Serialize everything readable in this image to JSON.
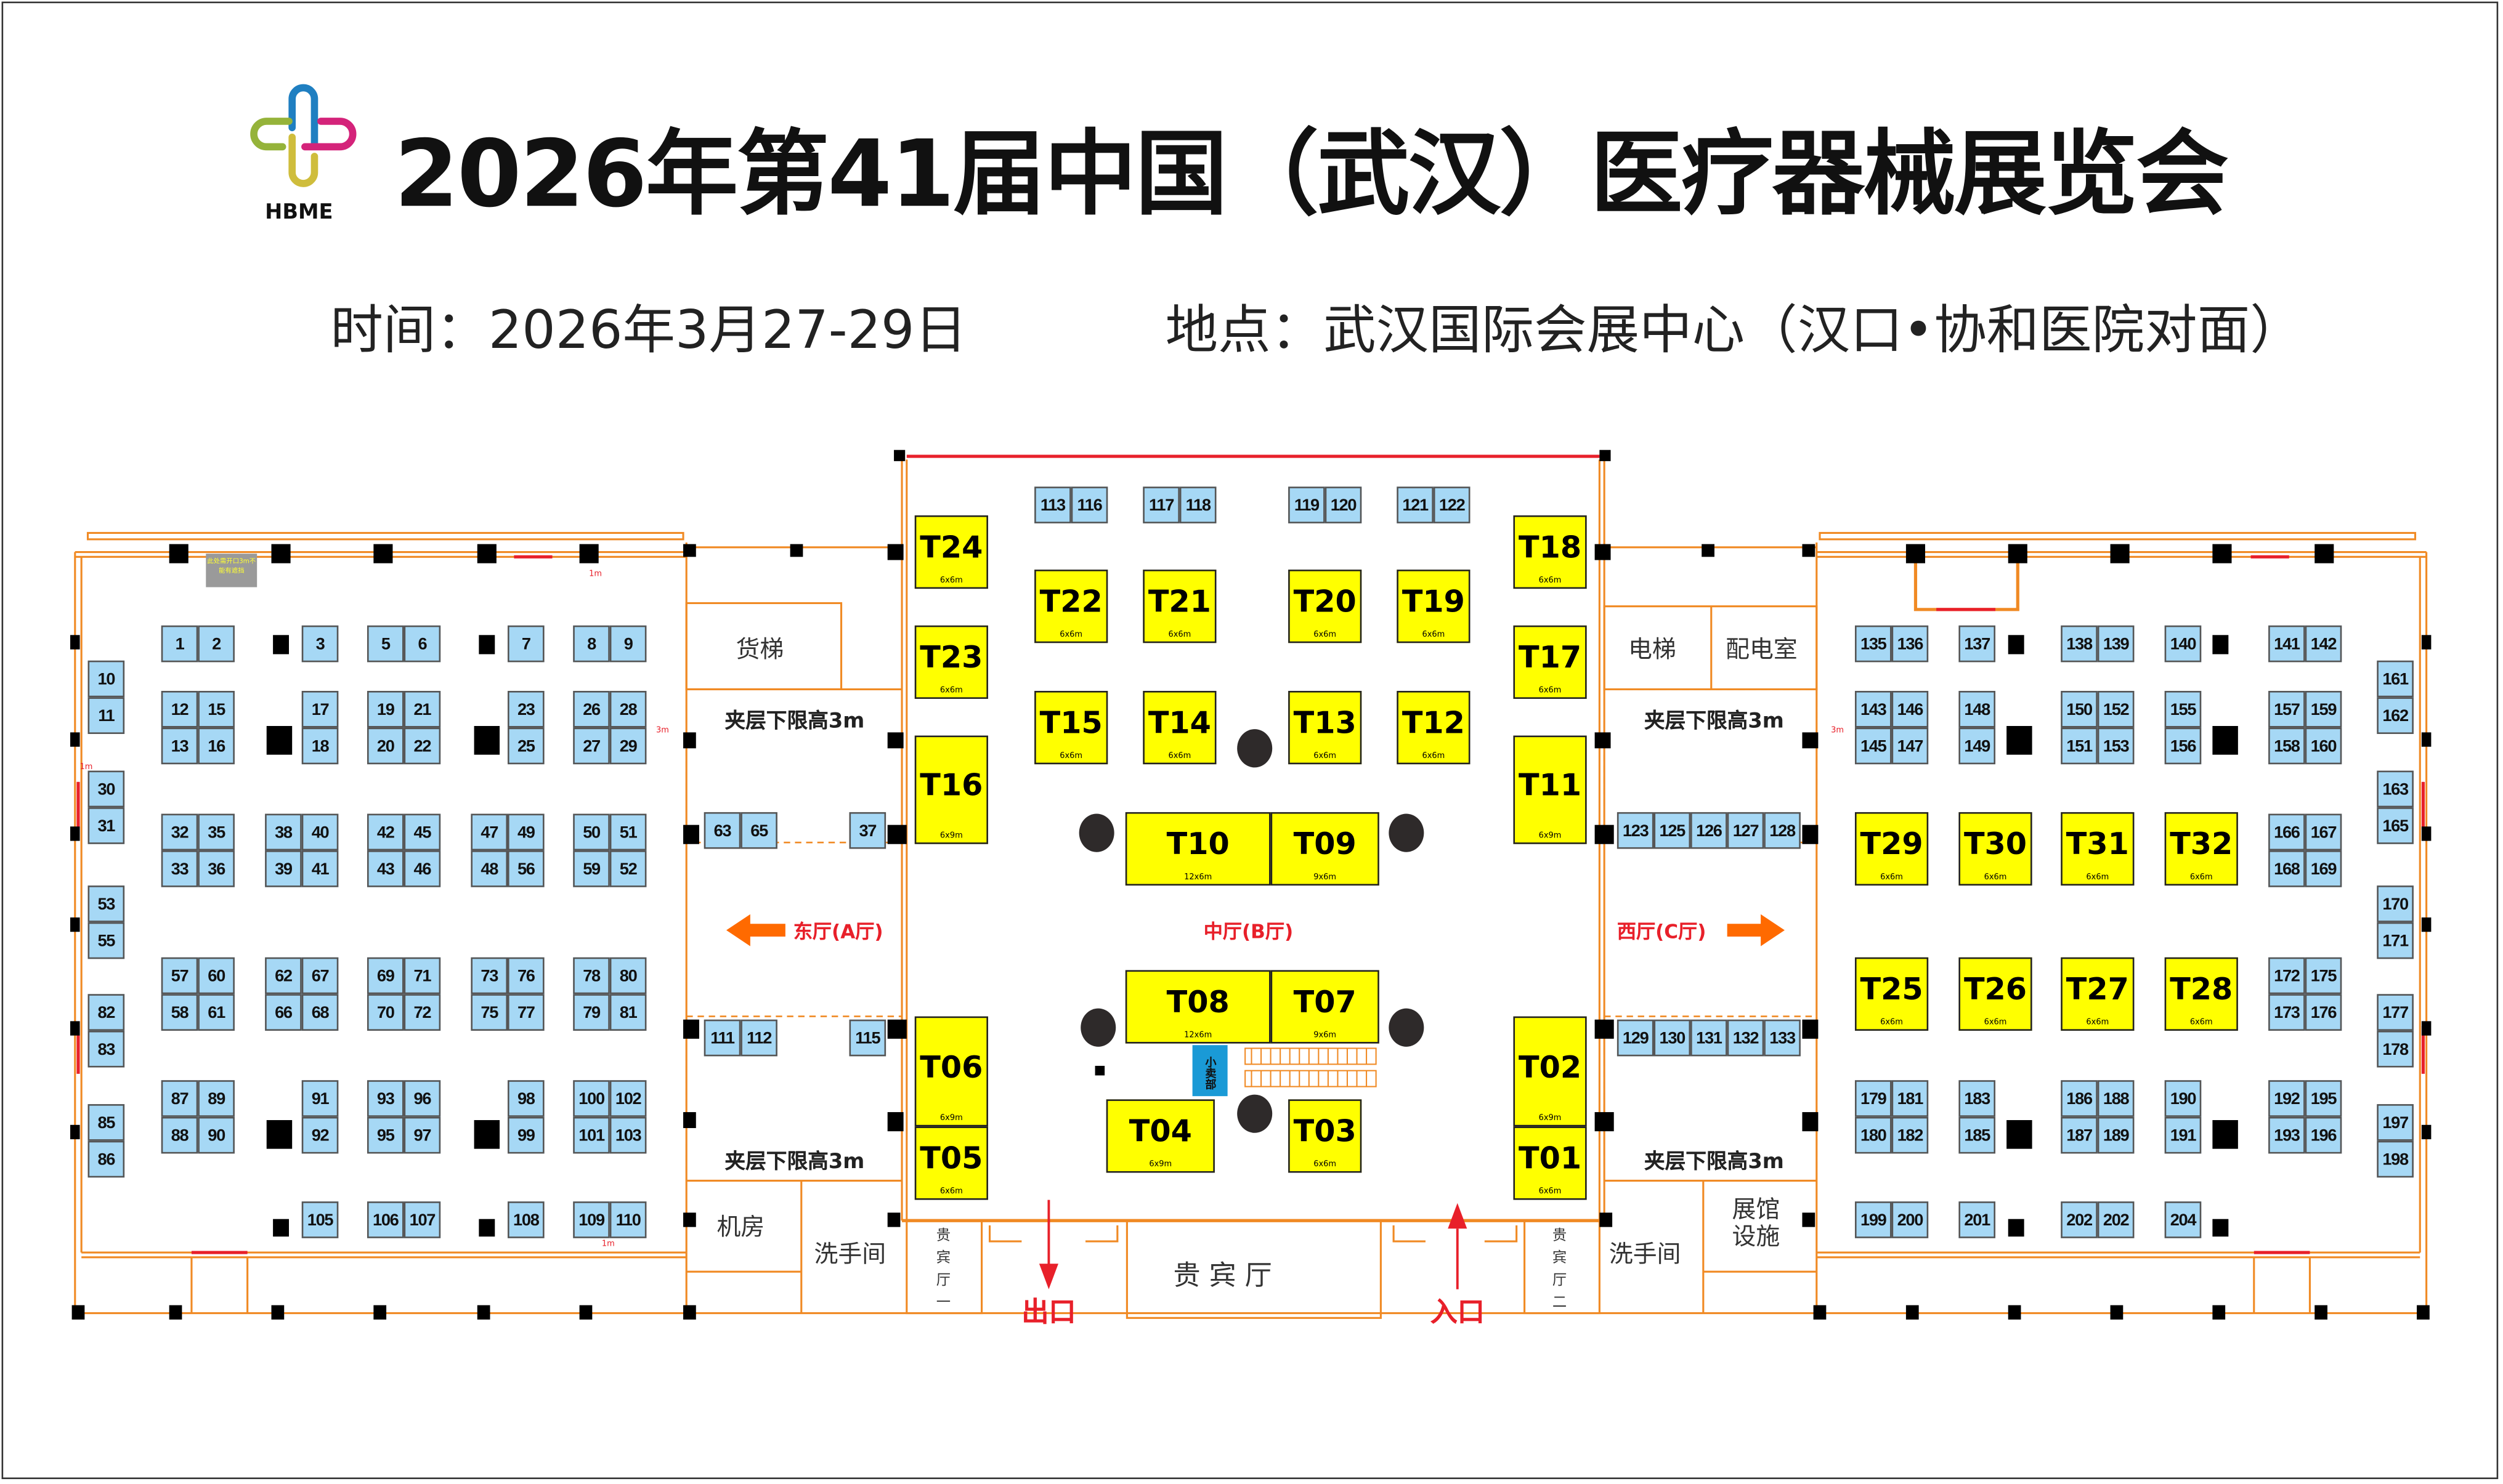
{
  "header": {
    "logo_text": "HBME",
    "title": "2026年第41届中国（武汉）医疗器械展览会",
    "time": "时间：2026年3月27-29日",
    "location": "地点：武汉国际会展中心（汉口•协和医院对面）"
  },
  "colors": {
    "booth": "#a6d8f5",
    "special_booth": "#ffff00",
    "wall": "#f08a24",
    "accent_red": "#e8202a",
    "kiosk": "#1a9ad6"
  },
  "notice": "此处需开口3m不能有遮挡",
  "labels": {
    "freight_elevator": "货梯",
    "elevator": "电梯",
    "power_room": "配电室",
    "mezzanine": "夹层下限高3m",
    "machine_room": "机房",
    "restroom": "洗手间",
    "vip_room_1": "贵宾厅一",
    "vip_room_main": "贵 宾 厅",
    "vip_room_2": "贵宾厅二",
    "facilities": "展馆设施",
    "exit": "出口",
    "entrance": "入口",
    "kiosk": "小卖部",
    "east_hall": "东厅(A厅)",
    "middle_hall": "中厅(B厅)",
    "west_hall": "西厅(C厅)",
    "dist_1m": "1m",
    "dist_3m": "3m"
  },
  "hall_a": {
    "rows": [
      [
        "1",
        "2",
        "3",
        "5",
        "6",
        "7",
        "8",
        "9"
      ],
      [
        "12",
        "15",
        "17",
        "19",
        "21",
        "23",
        "26",
        "28"
      ],
      [
        "13",
        "16",
        "18",
        "20",
        "22",
        "25",
        "27",
        "29"
      ],
      [
        "32",
        "35",
        "38",
        "40",
        "42",
        "45",
        "47",
        "49",
        "50",
        "51"
      ],
      [
        "33",
        "36",
        "39",
        "41",
        "43",
        "46",
        "48",
        "56",
        "59",
        "52"
      ],
      [
        "57",
        "60",
        "62",
        "67",
        "69",
        "71",
        "73",
        "76",
        "78",
        "80"
      ],
      [
        "58",
        "61",
        "66",
        "68",
        "70",
        "72",
        "75",
        "77",
        "79",
        "81"
      ],
      [
        "87",
        "89",
        "91",
        "93",
        "96",
        "98",
        "100",
        "102"
      ],
      [
        "88",
        "90",
        "92",
        "95",
        "97",
        "99",
        "101",
        "103"
      ],
      [
        "105",
        "106",
        "107",
        "108",
        "109",
        "110"
      ]
    ],
    "side_column": [
      "10",
      "11",
      "30",
      "31",
      "53",
      "55",
      "82",
      "83",
      "85",
      "86"
    ]
  },
  "hall_b": {
    "rows": [
      [
        "113",
        "116",
        "117",
        "118",
        "119",
        "120",
        "121",
        "122"
      ],
      [
        "63",
        "65",
        "37"
      ],
      [
        "111",
        "112",
        "115"
      ],
      [
        "123",
        "125",
        "126",
        "127",
        "128"
      ],
      [
        "129",
        "130",
        "131",
        "132",
        "133"
      ]
    ]
  },
  "hall_c": {
    "rows": [
      [
        "135",
        "136",
        "137",
        "138",
        "139",
        "140",
        "141",
        "142"
      ],
      [
        "143",
        "146",
        "148",
        "150",
        "152",
        "155",
        "157",
        "159"
      ],
      [
        "145",
        "147",
        "149",
        "151",
        "153",
        "156",
        "158",
        "160"
      ],
      [
        "166",
        "167"
      ],
      [
        "168",
        "169"
      ],
      [
        "172",
        "175"
      ],
      [
        "173",
        "176"
      ],
      [
        "179",
        "181",
        "183",
        "186",
        "188",
        "190",
        "192",
        "195"
      ],
      [
        "180",
        "182",
        "185",
        "187",
        "189",
        "191",
        "193",
        "196"
      ],
      [
        "199",
        "200",
        "201",
        "202",
        "202",
        "204"
      ]
    ],
    "side_column": [
      "161",
      "162",
      "163",
      "165",
      "170",
      "171",
      "177",
      "178",
      "197",
      "198"
    ]
  },
  "special_booths": [
    {
      "id": "T01",
      "size": "6x6m"
    },
    {
      "id": "T02",
      "size": "6x9m"
    },
    {
      "id": "T03",
      "size": "6x6m"
    },
    {
      "id": "T04",
      "size": "6x9m"
    },
    {
      "id": "T05",
      "size": "6x6m"
    },
    {
      "id": "T06",
      "size": "6x9m"
    },
    {
      "id": "T07",
      "size": "9x6m"
    },
    {
      "id": "T08",
      "size": "12x6m"
    },
    {
      "id": "T09",
      "size": "9x6m"
    },
    {
      "id": "T10",
      "size": "12x6m"
    },
    {
      "id": "T11",
      "size": "6x9m"
    },
    {
      "id": "T12",
      "size": "6x6m"
    },
    {
      "id": "T13",
      "size": "6x6m"
    },
    {
      "id": "T14",
      "size": "6x6m"
    },
    {
      "id": "T15",
      "size": "6x6m"
    },
    {
      "id": "T16",
      "size": "6x9m"
    },
    {
      "id": "T17",
      "size": "6x6m"
    },
    {
      "id": "T18",
      "size": "6x6m"
    },
    {
      "id": "T19",
      "size": "6x6m"
    },
    {
      "id": "T20",
      "size": "6x6m"
    },
    {
      "id": "T21",
      "size": "6x6m"
    },
    {
      "id": "T22",
      "size": "6x6m"
    },
    {
      "id": "T23",
      "size": "6x6m"
    },
    {
      "id": "T24",
      "size": "6x6m"
    },
    {
      "id": "T25",
      "size": "6x6m"
    },
    {
      "id": "T26",
      "size": "6x6m"
    },
    {
      "id": "T27",
      "size": "6x6m"
    },
    {
      "id": "T28",
      "size": "6x6m"
    },
    {
      "id": "T29",
      "size": "6x6m"
    },
    {
      "id": "T30",
      "size": "6x6m"
    },
    {
      "id": "T31",
      "size": "6x6m"
    },
    {
      "id": "T32",
      "size": "6x6m"
    }
  ]
}
